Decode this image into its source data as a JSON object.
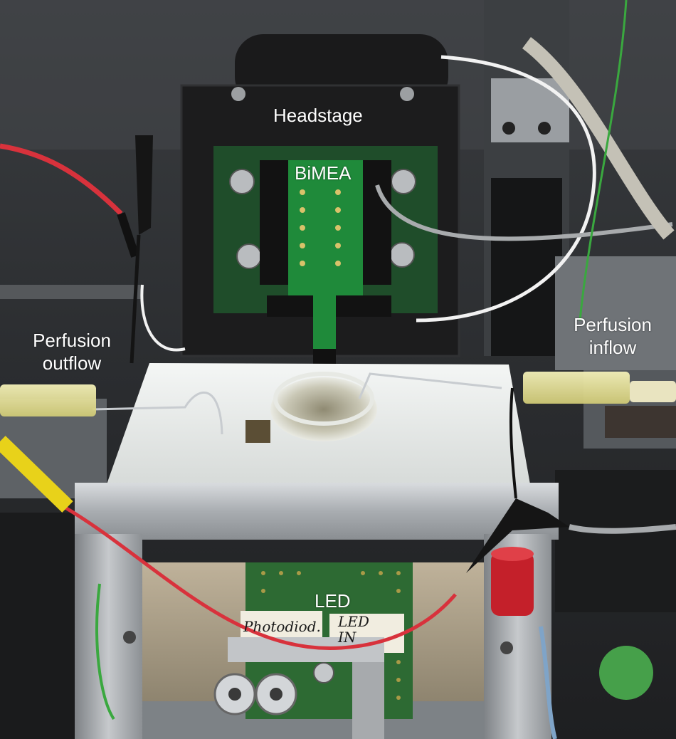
{
  "labels": {
    "headstage": "Headstage",
    "bimea": "BiMEA",
    "perfusion_outflow_line1": "Perfusion",
    "perfusion_outflow_line2": "outflow",
    "perfusion_inflow_line1": "Perfusion",
    "perfusion_inflow_line2": "inflow",
    "led": "LED"
  },
  "handwritten_tags": {
    "left": "Photodiod.",
    "right_line1": "LED",
    "right_line2": "IN"
  },
  "colors": {
    "label_text": "#ffffff",
    "pcb_green": "#1f4d2a",
    "mea_green": "#1f8a3a",
    "aluminum": "#b8bcc0",
    "teflon_white": "#eef0ef",
    "wire_red": "#d8323c",
    "wire_yellow": "#e8d21a"
  }
}
